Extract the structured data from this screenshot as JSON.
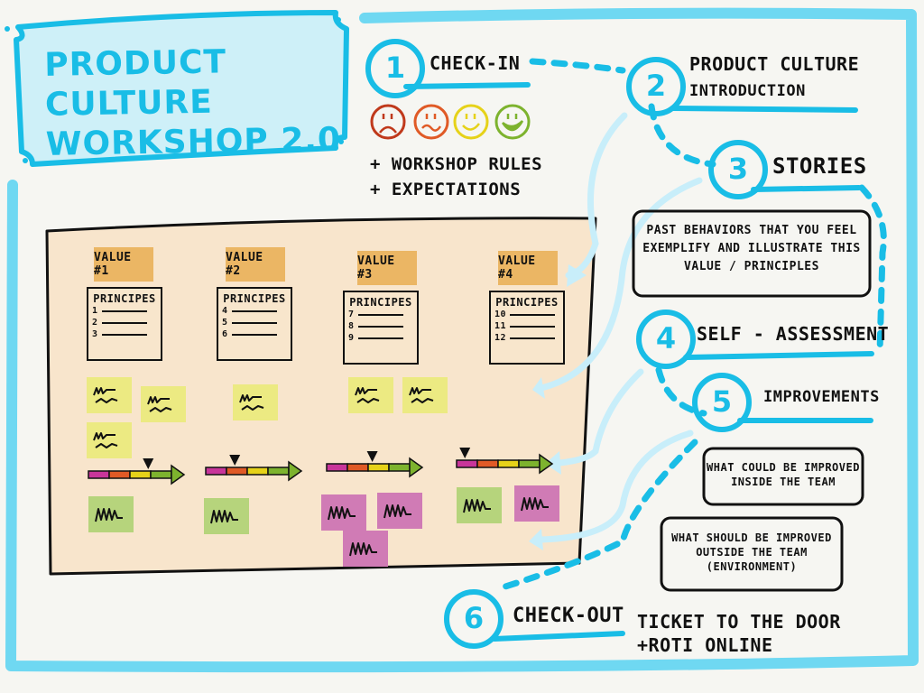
{
  "title": {
    "line1": "PRODUCT CULTURE",
    "line2": "WORKSHOP 2.0"
  },
  "steps": [
    {
      "number": "1",
      "label": "CHECK-IN"
    },
    {
      "number": "2",
      "label_line1": "PRODUCT CULTURE",
      "label_line2": "INTRODUCTION"
    },
    {
      "number": "3",
      "label": "STORIES"
    },
    {
      "number": "4",
      "label": "SELF - ASSESSMENT"
    },
    {
      "number": "5",
      "label": "IMPROVEMENTS"
    },
    {
      "number": "6",
      "label": "CHECK-OUT"
    }
  ],
  "checkin": {
    "moods": [
      "very-sad-face",
      "worried-face",
      "smiling-face",
      "laughing-face"
    ],
    "mood_colors": [
      "#c0391b",
      "#e05a26",
      "#e6d219",
      "#7db32e"
    ],
    "items": [
      "+ WORKSHOP RULES",
      "+ EXPECTATIONS"
    ]
  },
  "stories_note": {
    "line1": "PAST BEHAVIORS THAT YOU FEEL",
    "line2": "EXEMPLIFY AND ILLUSTRATE THIS",
    "line3": "VALUE / PRINCIPLES"
  },
  "improvements": {
    "inside": {
      "line1": "WHAT COULD BE IMPROVED",
      "line2": "INSIDE THE TEAM"
    },
    "outside": {
      "line1": "WHAT SHOULD BE IMPROVED",
      "line2": "OUTSIDE THE TEAM",
      "line3": "(ENVIRONMENT)"
    }
  },
  "checkout": {
    "line1": "TICKET TO THE DOOR",
    "line2": "+ROTI ONLINE"
  },
  "board": {
    "values": [
      {
        "tag": "VALUE #1",
        "principles_title": "PRINCIPES",
        "principles": [
          "1",
          "2",
          "3"
        ],
        "assessment": 0.72,
        "story_notes": 3,
        "improvement_notes": [
          "green"
        ]
      },
      {
        "tag": "VALUE #2",
        "principles_title": "PRINCIPES",
        "principles": [
          "4",
          "5",
          "6"
        ],
        "assessment": 0.35,
        "story_notes": 1,
        "improvement_notes": [
          "green"
        ]
      },
      {
        "tag": "VALUE #3",
        "principles_title": "PRINCIPES",
        "principles": [
          "7",
          "8",
          "9"
        ],
        "assessment": 0.55,
        "story_notes": 2,
        "improvement_notes": [
          "pink",
          "pink",
          "pink"
        ]
      },
      {
        "tag": "VALUE #4",
        "principles_title": "PRINCIPES",
        "principles": [
          "10",
          "11",
          "12"
        ],
        "assessment": 0.1,
        "story_notes": 0,
        "improvement_notes": [
          "green",
          "pink"
        ]
      }
    ],
    "scale_colors": [
      "#c8359a",
      "#e05a26",
      "#e6d219",
      "#7db32e"
    ]
  },
  "colors": {
    "accent": "#19bde6",
    "frame": "#6fd8f2",
    "arrow": "#c8eefa",
    "board": "#f8e5cc",
    "value_tag": "#ebb664"
  }
}
